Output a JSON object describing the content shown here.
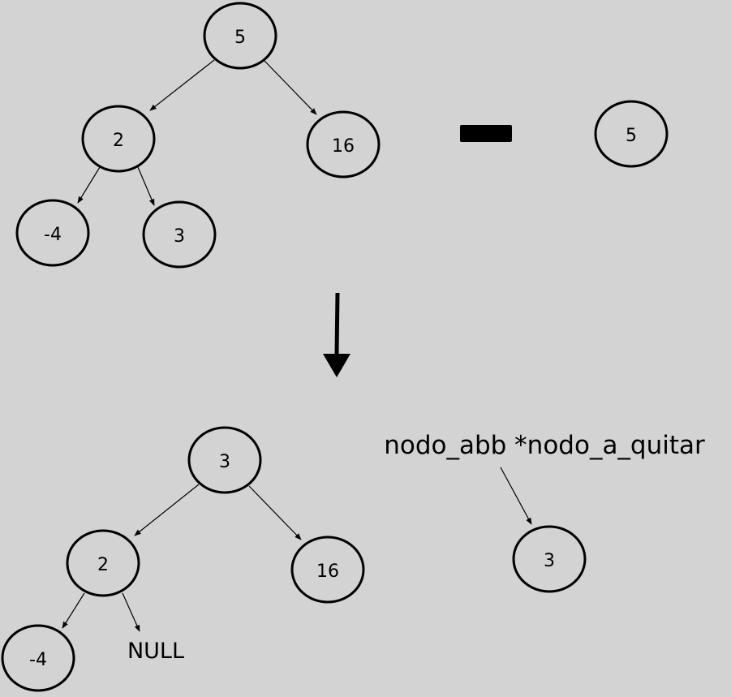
{
  "colors": {
    "background": "#d3d3d3",
    "stroke": "#000000"
  },
  "top_tree": {
    "root": "5",
    "left": "2",
    "right": "16",
    "left_left": "-4",
    "left_right": "3"
  },
  "removed_node": "5",
  "minus_symbol": "minus-bar",
  "transition_arrow": "down-arrow",
  "bottom_tree": {
    "root": "3",
    "left": "2",
    "right": "16",
    "left_left": "-4",
    "left_right_null": "NULL"
  },
  "pointer": {
    "label": "nodo_abb *nodo_a_quitar",
    "target": "3"
  }
}
